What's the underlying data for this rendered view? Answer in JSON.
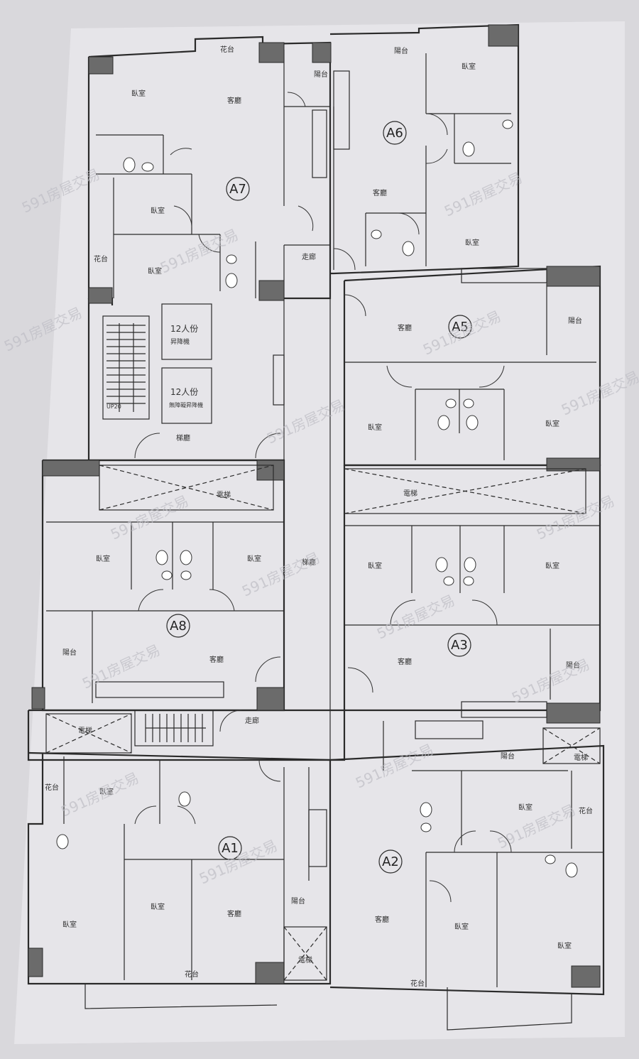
{
  "units": [
    {
      "id": "unit-a7",
      "label": "A7"
    },
    {
      "id": "unit-a6",
      "label": "A6"
    },
    {
      "id": "unit-a5",
      "label": "A5"
    },
    {
      "id": "unit-a8",
      "label": "A8"
    },
    {
      "id": "unit-a3",
      "label": "A3"
    },
    {
      "id": "unit-a1",
      "label": "A1"
    },
    {
      "id": "unit-a2",
      "label": "A2"
    }
  ],
  "rooms": {
    "bedroom": "臥室",
    "living": "客廳",
    "balcony": "陽台",
    "flower_balcony": "花台",
    "corridor": "走廊",
    "atrium": "梯廳",
    "lift_lobby": "電梯"
  },
  "elevators": {
    "elevator_1": "12人份",
    "elevator_1_sub": "昇降機",
    "elevator_2": "12人份",
    "elevator_2_sub": "無障礙昇降機"
  },
  "stair_note": "UP20",
  "watermark": "591房屋交易",
  "colors": {
    "paper": "#d9d8dc",
    "line": "#2a2a2a",
    "column": "#6b6b6b"
  }
}
